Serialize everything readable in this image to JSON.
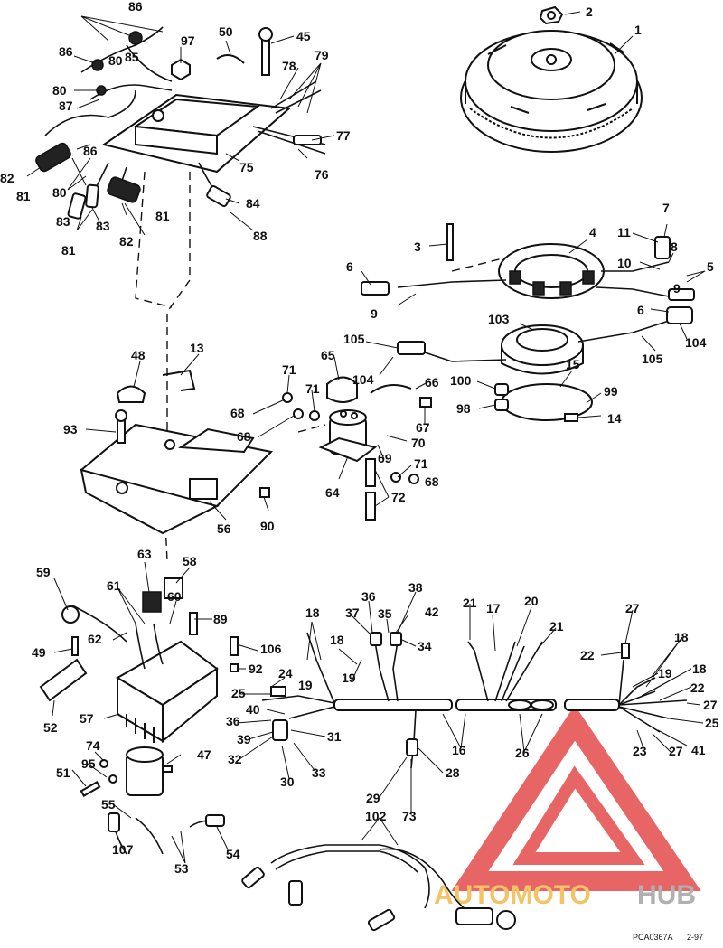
{
  "diagram": {
    "callouts": [
      "1",
      "2",
      "3",
      "4",
      "5",
      "6",
      "7",
      "8",
      "9",
      "10",
      "11",
      "13",
      "14",
      "15",
      "16",
      "17",
      "18",
      "19",
      "20",
      "21",
      "22",
      "23",
      "24",
      "25",
      "26",
      "27",
      "28",
      "29",
      "30",
      "31",
      "32",
      "33",
      "34",
      "35",
      "36",
      "37",
      "38",
      "39",
      "40",
      "41",
      "42",
      "45",
      "47",
      "48",
      "49",
      "50",
      "51",
      "52",
      "53",
      "54",
      "55",
      "56",
      "57",
      "58",
      "59",
      "60",
      "61",
      "62",
      "63",
      "64",
      "65",
      "66",
      "67",
      "68",
      "69",
      "70",
      "71",
      "72",
      "73",
      "74",
      "75",
      "76",
      "77",
      "78",
      "79",
      "80",
      "81",
      "82",
      "83",
      "84",
      "85",
      "86",
      "87",
      "88",
      "89",
      "90",
      "92",
      "93",
      "95",
      "97",
      "98",
      "99",
      "100",
      "102",
      "103",
      "104",
      "105",
      "106",
      "107"
    ],
    "footer": {
      "code": "PCA0367A",
      "date": "2-97"
    },
    "watermark": {
      "brand_part1": "AUTOMOTO",
      "brand_part2": "HUB",
      "color_accent": "#e23b3b",
      "color_gold": "#f0b43c",
      "color_grey": "#9a9a9a"
    }
  }
}
